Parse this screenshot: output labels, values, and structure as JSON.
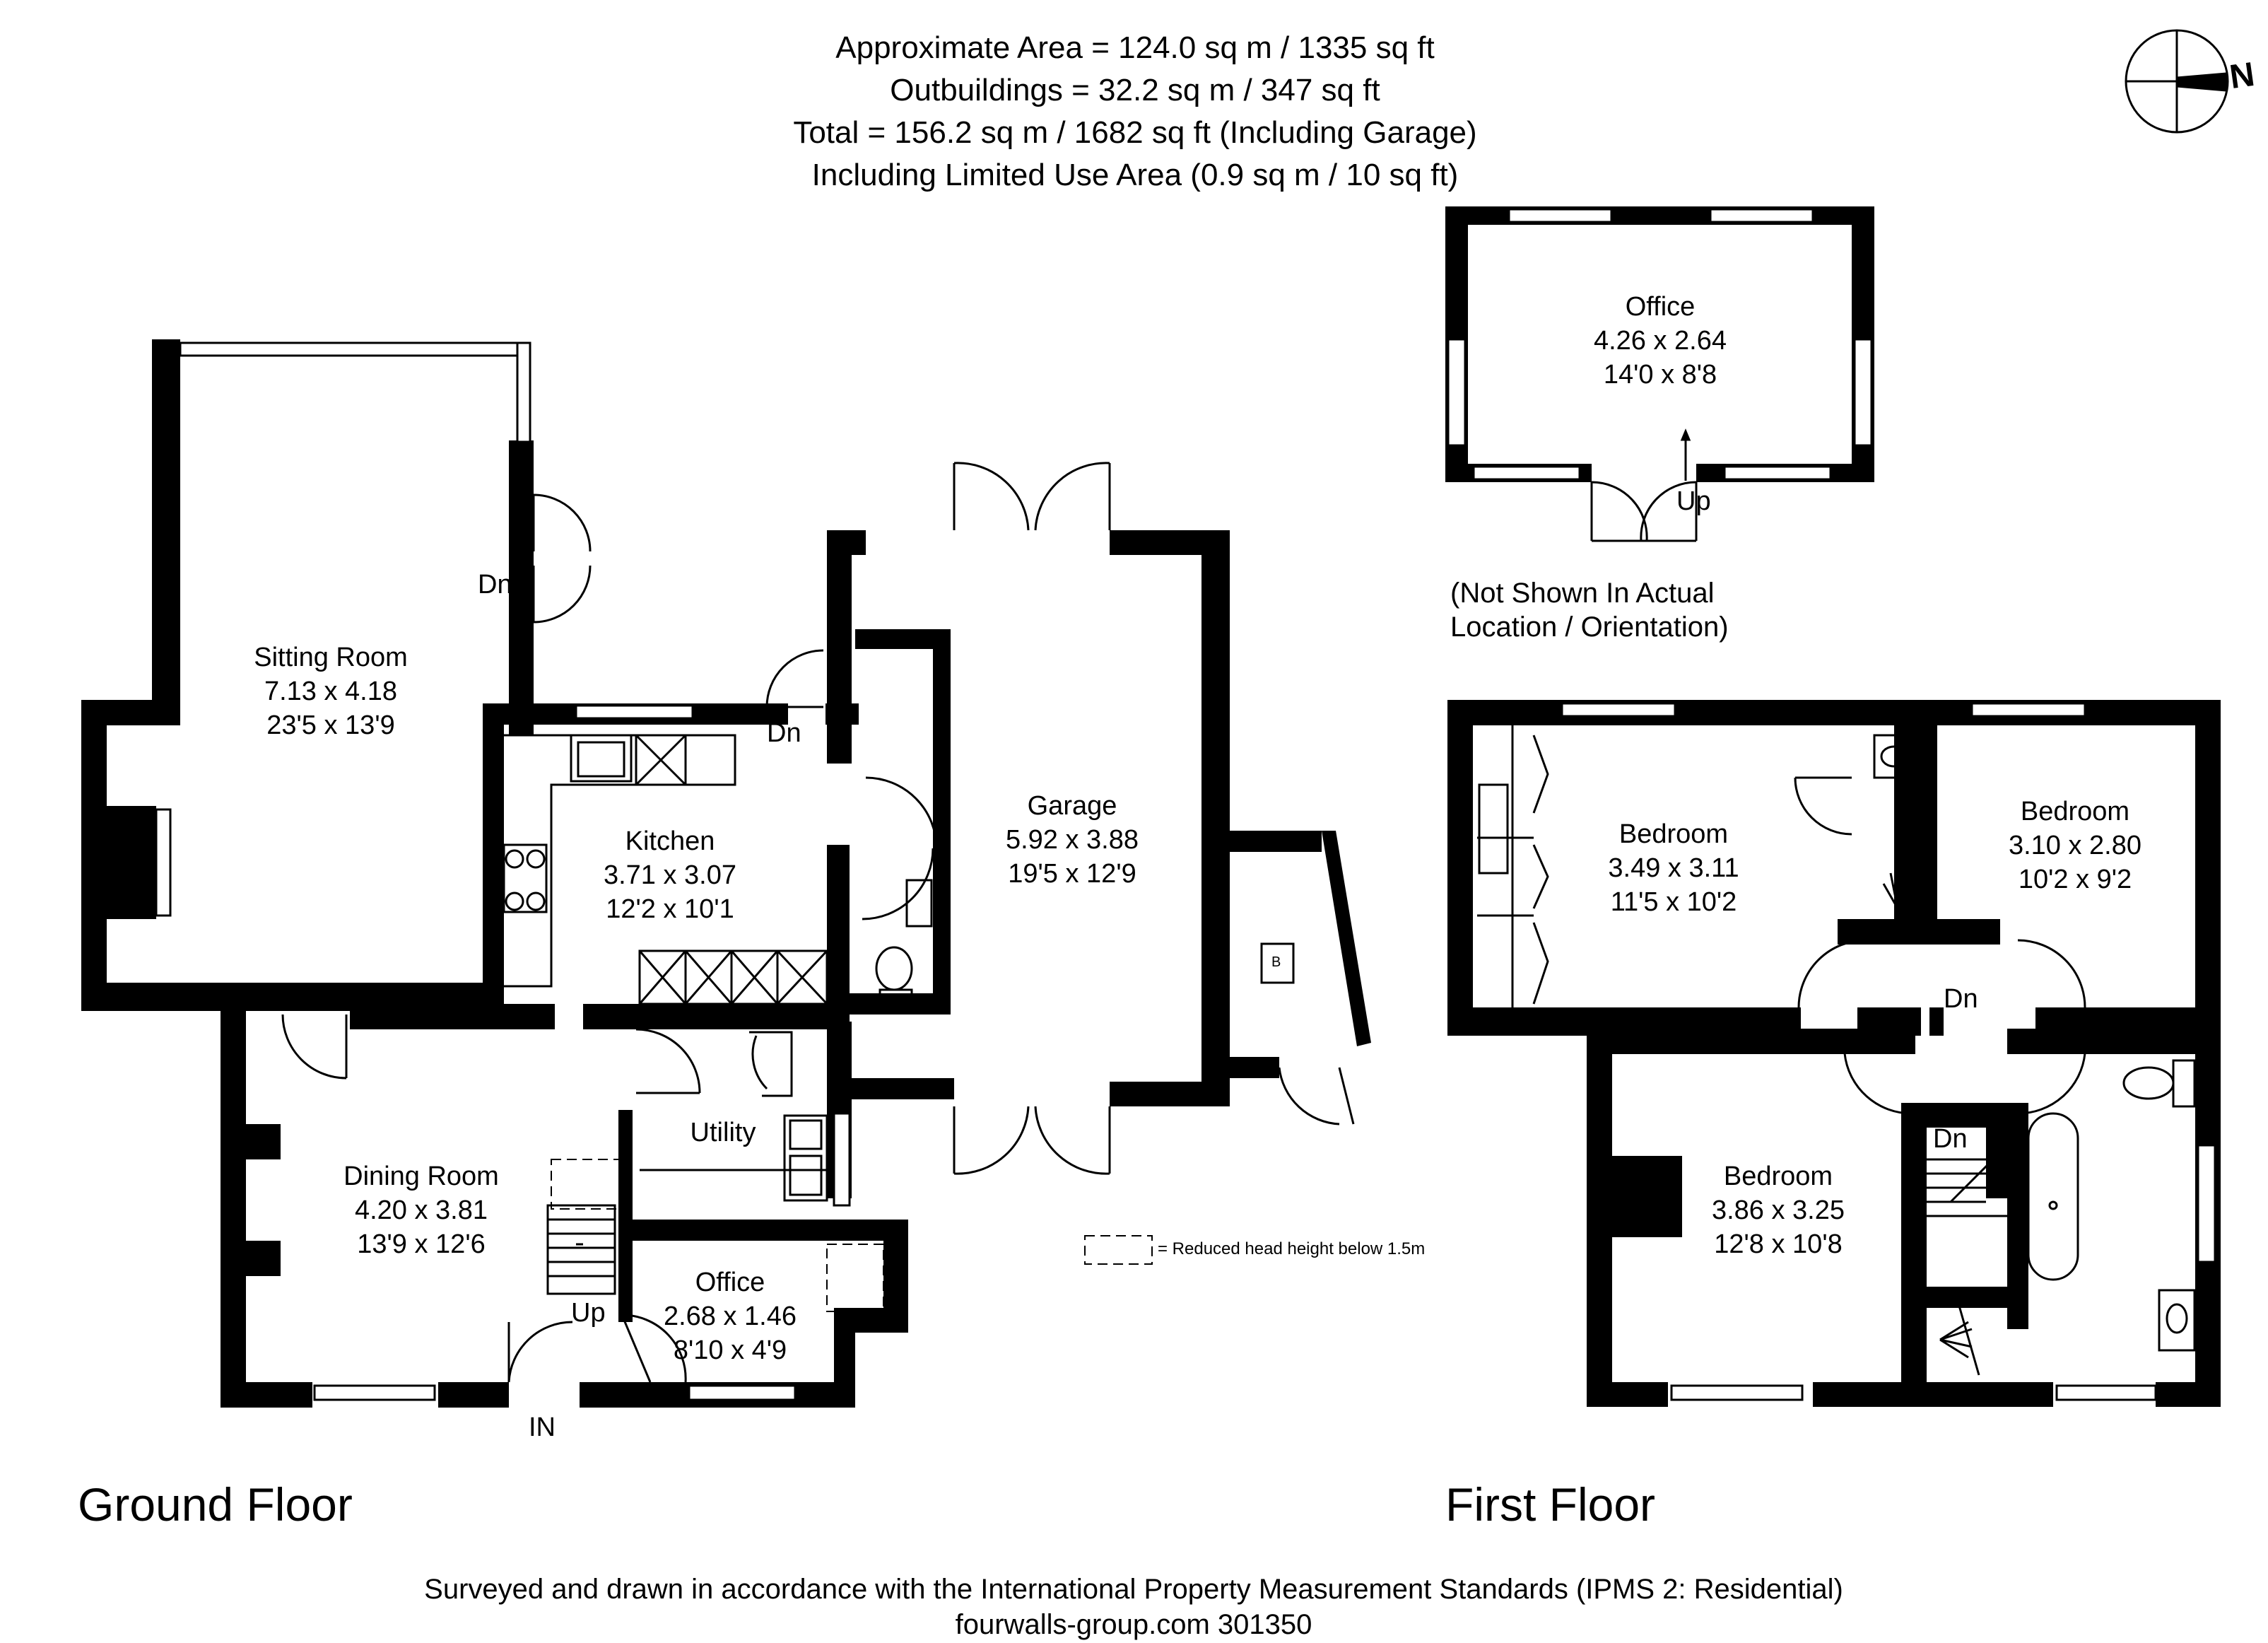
{
  "header": {
    "lines": [
      "Approximate  Area = 124.0 sq m / 1335 sq ft",
      "Outbuildings = 32.2 sq m / 347 sq ft",
      "Total = 156.2 sq m / 1682 sq ft (Including Garage)",
      "Including Limited Use Area (0.9 sq m / 10 sq ft)"
    ]
  },
  "compass": {
    "label": "N"
  },
  "ground_floor": {
    "title": "Ground Floor",
    "rooms": {
      "sitting_room": {
        "name": "Sitting Room",
        "metric": "7.13 x 4.18",
        "imperial": "23'5 x 13'9"
      },
      "kitchen": {
        "name": "Kitchen",
        "metric": "3.71 x 3.07",
        "imperial": "12'2 x 10'1"
      },
      "garage": {
        "name": "Garage",
        "metric": "5.92 x 3.88",
        "imperial": "19'5 x 12'9"
      },
      "utility": {
        "name": "Utility"
      },
      "dining_room": {
        "name": "Dining Room",
        "metric": "4.20 x 3.81",
        "imperial": "13'9 x 12'6"
      },
      "office": {
        "name": "Office",
        "metric": "2.68 x 1.46",
        "imperial": "8'10 x 4'9"
      }
    },
    "labels": {
      "dn_sitting": "Dn",
      "dn_kitchen": "Dn",
      "up_stairs": "Up",
      "entrance": "IN",
      "boiler": "B"
    }
  },
  "outbuilding": {
    "rooms": {
      "office": {
        "name": "Office",
        "metric": "4.26 x 2.64",
        "imperial": "14'0 x 8'8"
      }
    },
    "up_label": "Up",
    "note_lines": [
      "(Not Shown In Actual",
      "Location / Orientation)"
    ]
  },
  "first_floor": {
    "title": "First Floor",
    "rooms": {
      "bedroom_1": {
        "name": "Bedroom",
        "metric": "3.49 x 3.11",
        "imperial": "11'5 x 10'2"
      },
      "bedroom_2": {
        "name": "Bedroom",
        "metric": "3.10 x 2.80",
        "imperial": "10'2 x 9'2"
      },
      "bedroom_3": {
        "name": "Bedroom",
        "metric": "3.86 x 3.25",
        "imperial": "12'8 x 10'8"
      }
    },
    "labels": {
      "dn_landing": "Dn",
      "dn_stairs": "Dn"
    }
  },
  "legend": {
    "text": "= Reduced head height below 1.5m"
  },
  "footer": {
    "line1": "Surveyed and drawn in accordance with the International Property Measurement Standards (IPMS 2: Residential)",
    "line2": "fourwalls-group.com 301350"
  }
}
